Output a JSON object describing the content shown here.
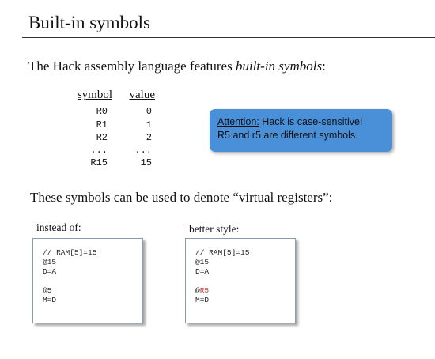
{
  "title": "Built-in symbols",
  "intro": {
    "prefix": "The Hack assembly language features ",
    "emphasis": "built-in symbols",
    "suffix": ":"
  },
  "symbol_table": {
    "headers": [
      "symbol",
      "value"
    ],
    "rows": [
      [
        "R0",
        "0"
      ],
      [
        "R1",
        "1"
      ],
      [
        "R2",
        "2"
      ],
      [
        "...",
        "..."
      ],
      [
        "R15",
        "15"
      ]
    ]
  },
  "attention": {
    "label": "Attention:",
    "line1": " Hack is case-sensitive!",
    "line2": "R5 and r5 are different symbols."
  },
  "subhead": "These symbols can be used to denote “virtual registers”:",
  "left_example": {
    "caption": "instead of:",
    "lines": [
      "// RAM[5]=15",
      "@15",
      "D=A",
      "",
      "@5",
      "M=D"
    ]
  },
  "right_example": {
    "caption": "better style:",
    "lines": [
      "// RAM[5]=15",
      "@15",
      "D=A",
      "",
      "@",
      "M=D"
    ],
    "highlight_text": "R5"
  },
  "colors": {
    "attention_bg": "#4a90d9",
    "highlight": "#c0392b",
    "code_border": "#8a9bb8"
  }
}
